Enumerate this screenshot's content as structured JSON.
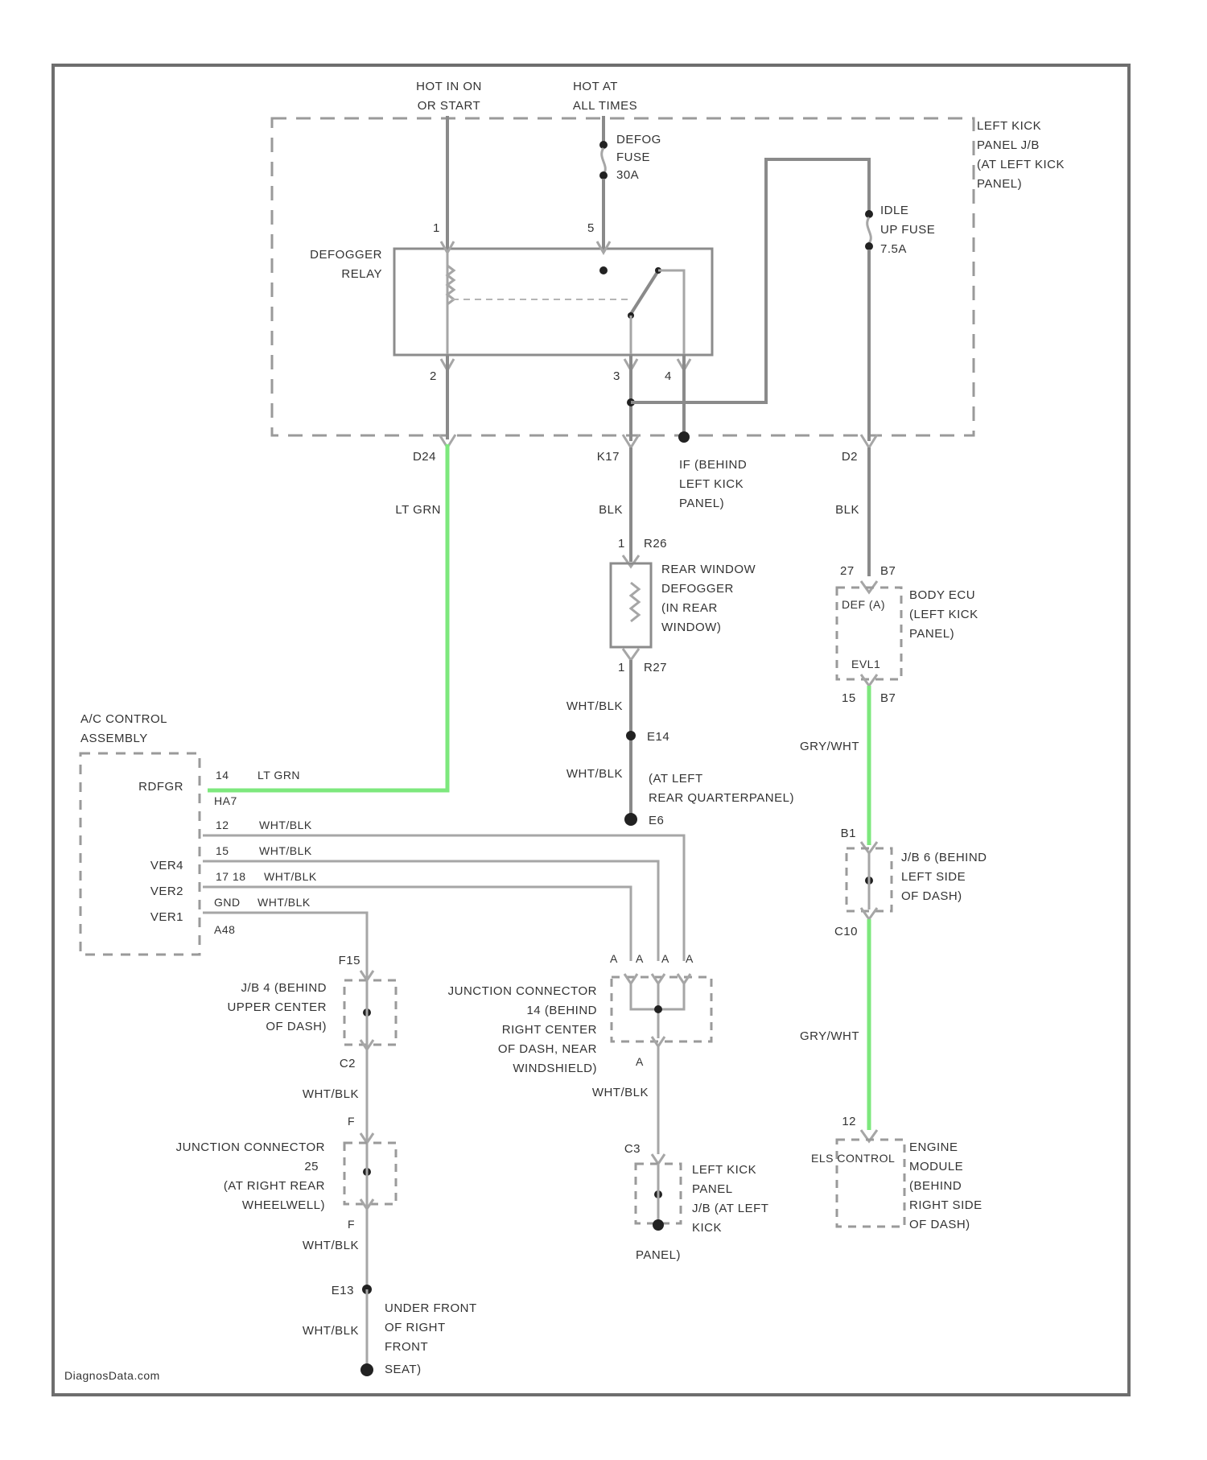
{
  "colors": {
    "signal_wire": "#7de87d",
    "wire": "#8a8a8a"
  },
  "top": {
    "hot_run_1": "HOT IN ON",
    "hot_run_2": "OR START",
    "hot_all_1": "HOT AT",
    "hot_all_2": "ALL TIMES"
  },
  "fuses": {
    "defog_1": "DEFOG",
    "defog_2": "FUSE",
    "defog_3": "30A",
    "idle_1": "IDLE",
    "idle_2": "UP FUSE",
    "idle_3": "7.5A"
  },
  "jb_left_kick": [
    "LEFT KICK",
    "PANEL J/B",
    "(AT LEFT KICK",
    "PANEL)"
  ],
  "relay": {
    "line1": "DEFOGGER",
    "line2": "RELAY",
    "pin1": "1",
    "pin2": "2",
    "pin3": "3",
    "pin4": "4",
    "pin5": "5"
  },
  "connectors": {
    "d24": "D24",
    "k17": "K17",
    "d2": "D2",
    "ground_if": [
      "IF (BEHIND",
      "LEFT KICK",
      "PANEL)"
    ],
    "r26": "R26",
    "r27": "R27",
    "pin1a": "1",
    "pin1b": "1",
    "e14": "E14",
    "e14_note": "(AT LEFT",
    "e14_note2": "REAR QUARTERPANEL)",
    "e6": "E6",
    "b7_top_num": "27",
    "b7_top": "B7",
    "b7_bot_num": "15",
    "b7_bot": "B7",
    "b1": "B1",
    "c10": "C10",
    "e12": "12",
    "f15": "F15",
    "c2": "C2",
    "f_top": "F",
    "f_bot": "F",
    "e13": "E13",
    "a_pins": [
      "A",
      "A",
      "A",
      "A"
    ],
    "a_bottom": "A",
    "c3": "C3"
  },
  "wires": {
    "lt_grn": "LT GRN",
    "blk_1": "BLK",
    "blk_2": "BLK",
    "wht_blk_1": "WHT/BLK",
    "wht_blk_2": "WHT/BLK",
    "gry_wht_1": "GRY/WHT",
    "gry_wht_2": "GRY/WHT",
    "wht_blk_3": "WHT/BLK",
    "wht_blk_4": "WHT/BLK",
    "wht_blk_5": "WHT/BLK",
    "wht_blk_6": "WHT/BLK"
  },
  "rear_defogger": [
    "REAR WINDOW",
    "DEFOGGER",
    "(IN REAR",
    "WINDOW)"
  ],
  "body_ecu": {
    "inner_top": "DEF (A)",
    "inner_bot": "EVL1",
    "label": [
      "BODY ECU",
      "(LEFT KICK",
      "PANEL)"
    ]
  },
  "ac": {
    "title_1": "A/C CONTROL",
    "title_2": "ASSEMBLY",
    "rdfgr": "RDFGR",
    "ver4": "VER4",
    "ver2": "VER2",
    "ver1": "VER1",
    "rows": [
      {
        "pin": "14",
        "wire": "LT GRN",
        "sub": "HA7"
      },
      {
        "pin": "12",
        "wire": "WHT/BLK"
      },
      {
        "pin": "15",
        "wire": "WHT/BLK"
      },
      {
        "pin": "17 18",
        "wire": "WHT/BLK"
      },
      {
        "pin": "GND",
        "wire": "WHT/BLK",
        "sub": "A48"
      }
    ]
  },
  "jb6": [
    "J/B 6 (BEHIND",
    "LEFT SIDE",
    "OF DASH)"
  ],
  "ecm": {
    "inner": "ELS CONTROL",
    "label": [
      "ENGINE",
      "MODULE",
      "(BEHIND",
      "RIGHT SIDE",
      "OF DASH)"
    ]
  },
  "jb4": [
    "J/B 4 (BEHIND",
    "UPPER CENTER",
    "OF DASH)"
  ],
  "jc14": [
    "JUNCTION CONNECTOR",
    "14 (BEHIND",
    "RIGHT CENTER",
    "OF DASH, NEAR",
    "WINDSHIELD)"
  ],
  "jc25": [
    "JUNCTION CONNECTOR",
    "25",
    "(AT RIGHT REAR",
    "WHEELWELL)"
  ],
  "lk_jb": [
    "LEFT KICK",
    "PANEL",
    "J/B (AT LEFT",
    "KICK",
    "PANEL)"
  ],
  "ground_e13": [
    "UNDER FRONT",
    "OF RIGHT",
    "FRONT",
    "SEAT)"
  ],
  "watermark": "DiagnosData.com"
}
